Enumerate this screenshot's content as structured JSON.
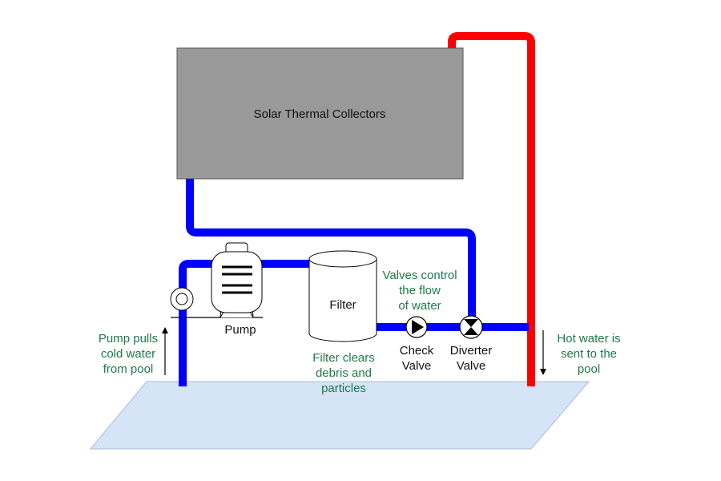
{
  "diagram": {
    "title": "Solar pool heating system",
    "colors": {
      "cold_pipe": "#0000ff",
      "hot_pipe": "#ff0000",
      "collector_fill": "#999999",
      "pool_fill": "#d6e4f7",
      "annotation_text": "#1e7a4a"
    },
    "components": {
      "collectors": "Solar Thermal Collectors",
      "pump": "Pump",
      "filter": "Filter",
      "check_valve": [
        "Check",
        "Valve"
      ],
      "diverter_valve": [
        "Diverter",
        "Valve"
      ]
    },
    "annotations": {
      "pump_note": [
        "Pump pulls",
        "cold water",
        "from pool"
      ],
      "filter_note": [
        "Filter clears",
        "debris and",
        "particles"
      ],
      "valves_note": [
        "Valves control",
        "the flow",
        "of water"
      ],
      "hot_note": [
        "Hot water is",
        "sent to the",
        "pool"
      ]
    }
  }
}
